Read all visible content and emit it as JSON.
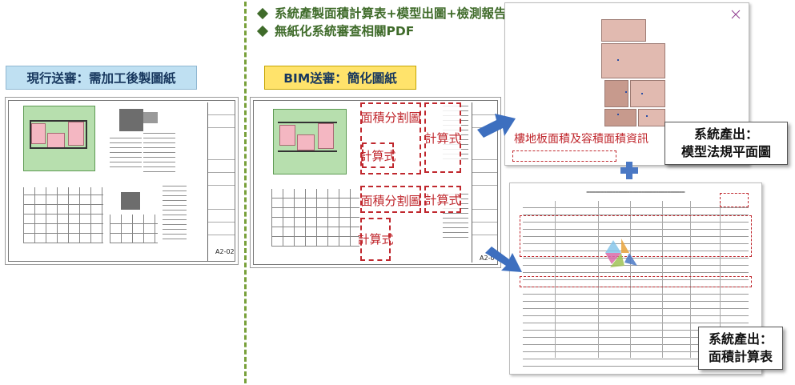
{
  "header": {
    "bullets": [
      "系統產製面積計算表+模型出圖+檢測報告",
      "無紙化系統審查相關PDF"
    ]
  },
  "current_review": {
    "title": "現行送審：需加工後製圖紙"
  },
  "bim_review": {
    "title": "BIM送審：簡化圖紙",
    "boxes": {
      "area_split_top": "面積分割圖",
      "calc_top_right": "計算式",
      "calc_top_left": "計算式",
      "area_split_bottom": "面積分割圖",
      "calc_bottom_right": "計算式",
      "calc_bottom_left": "計算式"
    },
    "sheet_code": "A2-0"
  },
  "current_sheet_code": "A2-02",
  "outputs": {
    "lot_info": "樓地板面積及容積面積資訊",
    "model_plan_label": [
      "系統產出：",
      "模型法規平面圖"
    ],
    "area_table_label": [
      "系統產出：",
      "面積計算表"
    ]
  },
  "colors": {
    "green_text": "#3f6b2a",
    "annotation_red": "#c0282e",
    "arrow_blue": "#3d6fbf",
    "title_blue_bg": "#bfe0f2",
    "title_yellow_bg": "#ffe36b"
  }
}
